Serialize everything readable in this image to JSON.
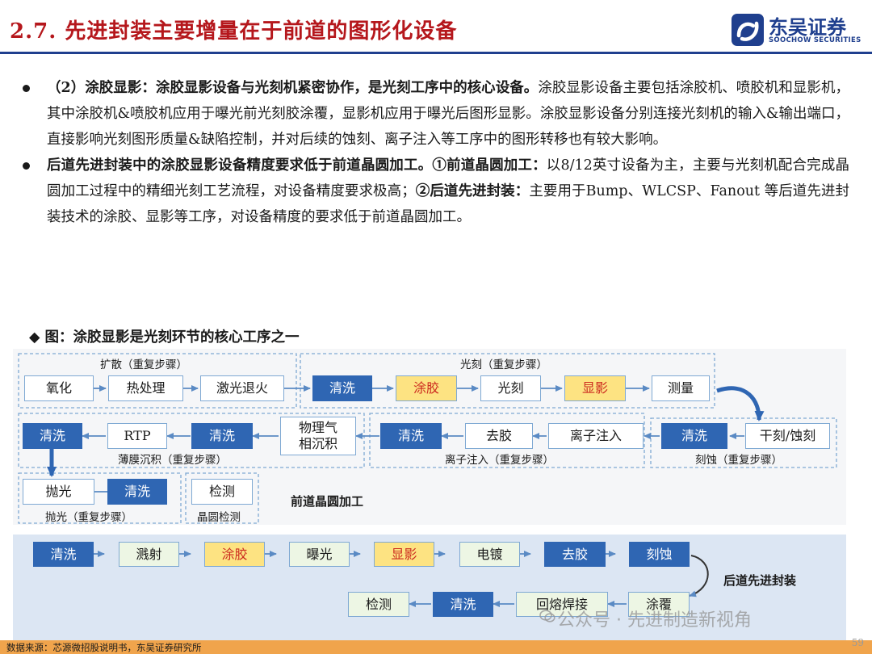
{
  "header": {
    "title": "2.7. 先进封装主要增量在于前道的图形化设备",
    "logo": {
      "icon": "soochow-logo-mark",
      "name_cn": "东吴证券",
      "name_en": "SOOCHOW SECURITIES"
    }
  },
  "bullets": [
    {
      "bold": "（2）涂胶显影：涂胶显影设备与光刻机紧密协作，是光刻工序中的核心设备。",
      "text": "涂胶显影设备主要包括涂胶机、喷胶机和显影机，其中涂胶机&喷胶机应用于曝光前光刻胶涂覆，显影机应用于曝光后图形显影。涂胶显影设备分别连接光刻机的输入&输出端口，直接影响光刻图形质量&缺陷控制，并对后续的蚀刻、离子注入等工序中的图形转移也有较大影响。"
    },
    {
      "bold1": "后道先进封装中的涂胶显影设备精度要求低于前道晶圆加工。①前道晶圆加工：",
      "text1": "以8/12英寸设备为主，主要与光刻机配合完成晶圆加工过程中的精细光刻工艺流程，对设备精度要求极高；",
      "bold2": "②后道先进封装：",
      "text2": "主要用于Bump、WLCSP、Fanout 等后道先进封装技术的涂胶、显影等工序，对设备精度的要求低于前道晶圆加工。"
    }
  ],
  "figure": {
    "caption": "◆ 图：涂胶显影是光刻环节的核心工序之一",
    "groups": {
      "diffusion": "扩散（重复步骤）",
      "litho": "光刻（重复步骤）",
      "thinfilm": "薄膜沉积（重复步骤）",
      "implant": "离子注入（重复步骤）",
      "etch": "刻蚀（重复步骤）",
      "polish": "抛光（重复步骤）",
      "inspect": "晶圆检测"
    },
    "front_label": "前道晶圆加工",
    "back_label": "后道先进封装",
    "front": {
      "oxidation": "氧化",
      "heat": "热处理",
      "laser_anneal": "激光退火",
      "clean1": "清洗",
      "coat1": "涂胶",
      "litho": "光刻",
      "develop1": "显影",
      "measure": "测量",
      "dry_etch": "干刻/蚀刻",
      "clean_etch": "清洗",
      "ion_implant": "离子注入",
      "strip1": "去胶",
      "clean_implant": "清洗",
      "pvd_cvd_line1": "物理气",
      "pvd_cvd_line2": "相沉积",
      "clean_film": "清洗",
      "rtp": "RTP",
      "clean_film2": "清洗",
      "polish": "抛光",
      "clean_polish": "清洗",
      "inspect": "检测"
    },
    "back": {
      "clean1": "清洗",
      "sputter": "溅射",
      "coat": "涂胶",
      "expose": "曝光",
      "develop": "显影",
      "plating": "电镀",
      "strip": "去胶",
      "etch": "刻蚀",
      "overcoat": "涂覆",
      "reflow": "回熔焊接",
      "clean2": "清洗",
      "inspect": "检测"
    }
  },
  "watermark": {
    "icon": "wechat-icon",
    "text": "公众号 · 先进制造新视角"
  },
  "footer": {
    "source": "数据来源：芯源微招股说明书，东吴证券研究所",
    "page": "59"
  },
  "colors": {
    "title": "#b5171c",
    "brand_blue": "#1f3f8e",
    "step_blue": "#2f66b3",
    "highlight_yellow": "#fde382",
    "footer_orange": "#f0a44c"
  }
}
